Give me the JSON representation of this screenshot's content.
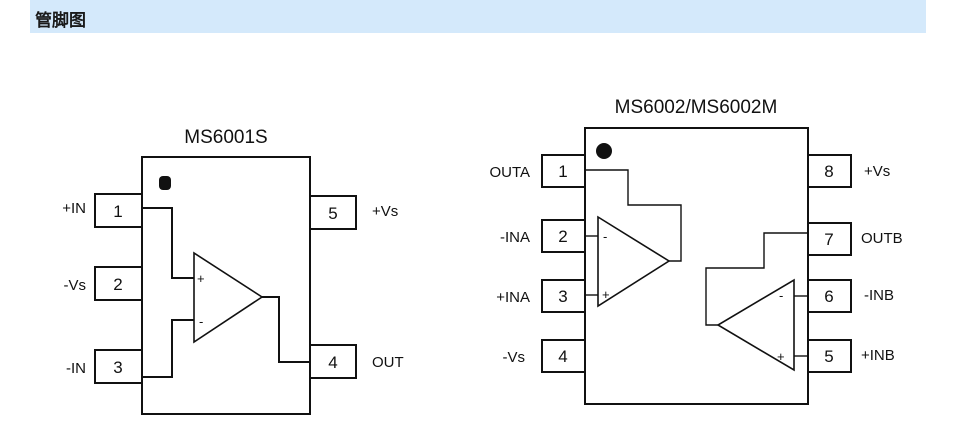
{
  "header": {
    "title": "管脚图"
  },
  "left_chip": {
    "title": "MS6001S",
    "pins": [
      {
        "num": "1",
        "label": "+IN"
      },
      {
        "num": "2",
        "label": "-Vs"
      },
      {
        "num": "3",
        "label": "-IN"
      },
      {
        "num": "4",
        "label": "OUT"
      },
      {
        "num": "5",
        "label": "+Vs"
      }
    ],
    "amp": {
      "plus": "+",
      "minus": "-"
    }
  },
  "right_chip": {
    "title": "MS6002/MS6002M",
    "pins": [
      {
        "num": "1",
        "label": "OUTA"
      },
      {
        "num": "2",
        "label": "-INA"
      },
      {
        "num": "3",
        "label": "+INA"
      },
      {
        "num": "4",
        "label": "-Vs"
      },
      {
        "num": "5",
        "label": "+INB"
      },
      {
        "num": "6",
        "label": "-INB"
      },
      {
        "num": "7",
        "label": "OUTB"
      },
      {
        "num": "8",
        "label": "+Vs"
      }
    ],
    "amp_a": {
      "minus": "-",
      "plus": "+"
    },
    "amp_b": {
      "minus": "-",
      "plus": "+"
    }
  }
}
